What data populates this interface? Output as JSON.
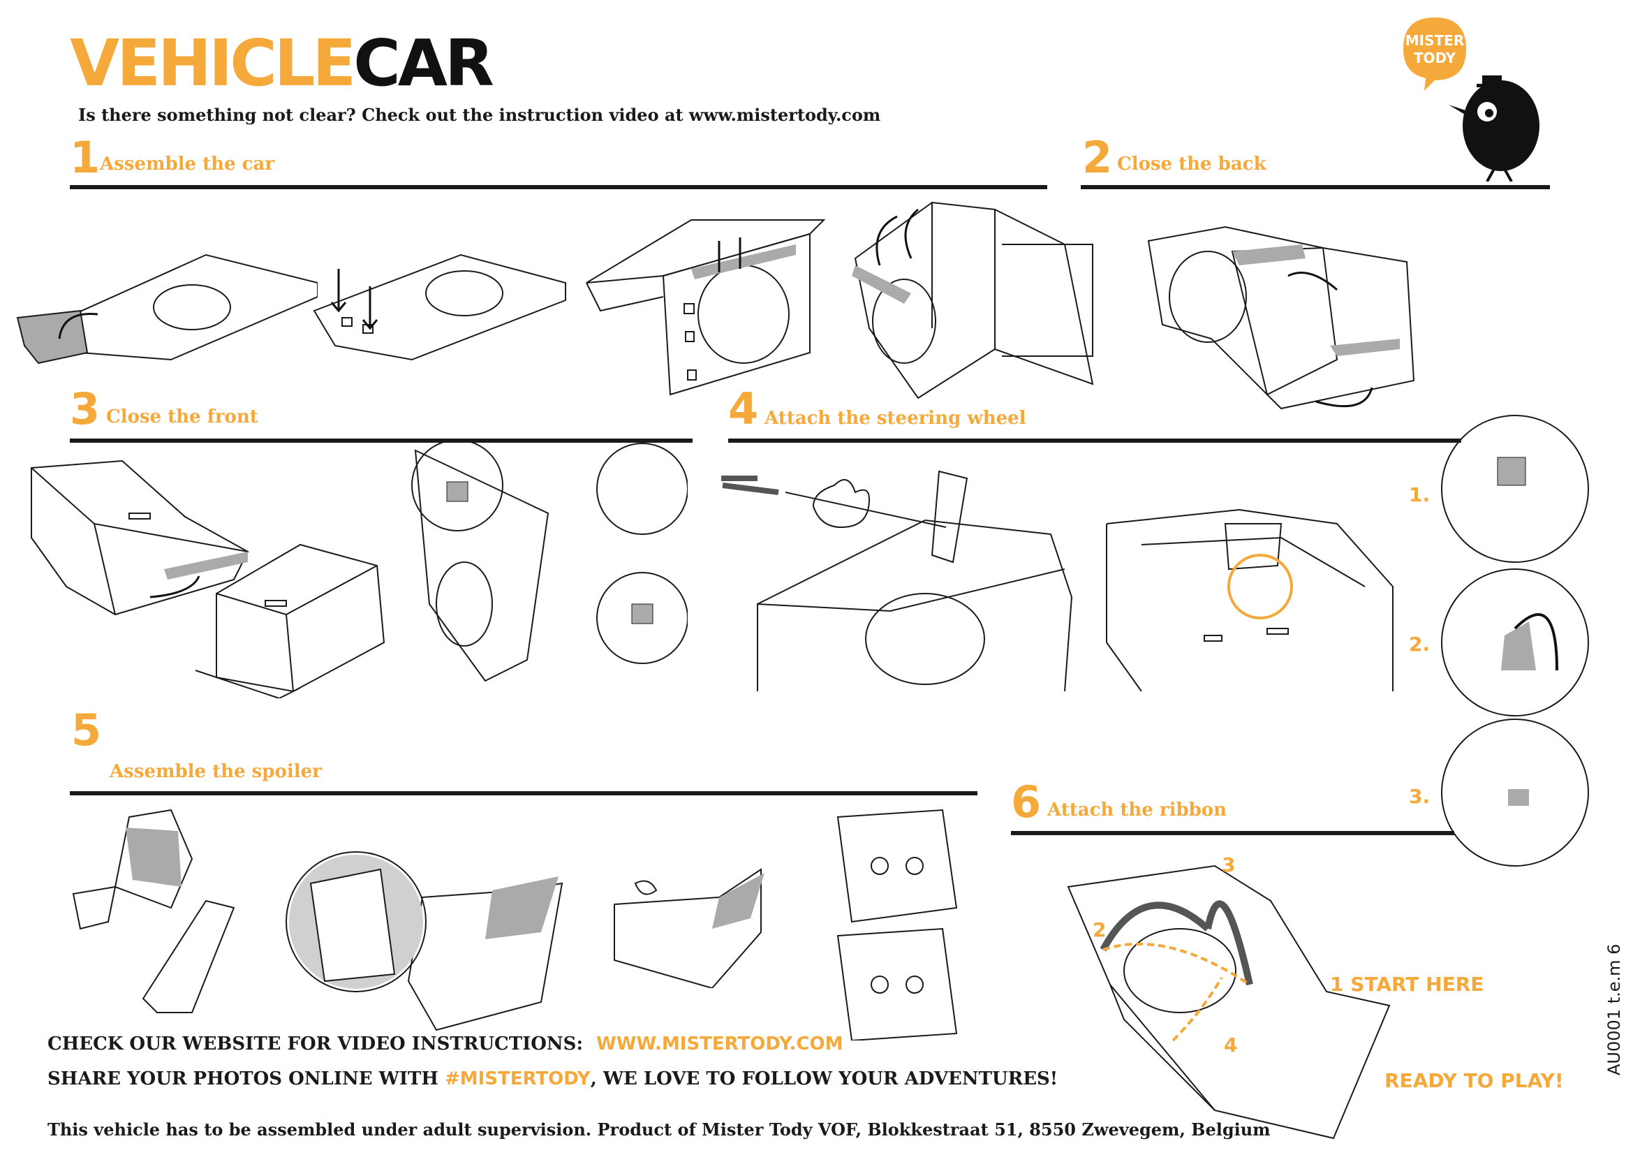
{
  "title": {
    "word1": "VEHICLE",
    "word2": "CAR"
  },
  "subtitle": "Is there something not clear? Check out the instruction video at www.mistertody.com",
  "logo": {
    "text_line1": "MISTER",
    "text_line2": "TODY"
  },
  "steps": [
    {
      "num": "1",
      "label": "Assemble the car"
    },
    {
      "num": "2",
      "label": "Close the back"
    },
    {
      "num": "3",
      "label": "Close the front"
    },
    {
      "num": "4",
      "label": "Attach the steering wheel"
    },
    {
      "num": "5",
      "label": "Assemble the spoiler"
    },
    {
      "num": "6",
      "label": "Attach the ribbon"
    }
  ],
  "substeps": {
    "s1": "1.",
    "s2": "2.",
    "s3": "3."
  },
  "ribbon": {
    "start": "1 START HERE",
    "n2": "2",
    "n3": "3",
    "n4": "4",
    "ready": "READY TO PLAY!"
  },
  "footer": {
    "line1_prefix": "CHECK OUR WEBSITE FOR VIDEO INSTRUCTIONS:",
    "line1_link": "WWW.MISTERTODY.COM",
    "line2_prefix": "SHARE YOUR PHOTOS ONLINE WITH",
    "line2_tag": "#MISTERTODY",
    "line2_suffix": ", WE LOVE TO FOLLOW YOUR ADVENTURES!",
    "line3": "This vehicle has to be assembled under adult supervision. Product of Mister Tody VOF, Blokkestraat 51, 8550 Zwevegem, Belgium"
  },
  "side_code": "AU0001 t.e.m 6",
  "colors": {
    "accent": "#f5a93b",
    "ink": "#1a1a1a",
    "tab_gray": "#9a9a9a"
  }
}
